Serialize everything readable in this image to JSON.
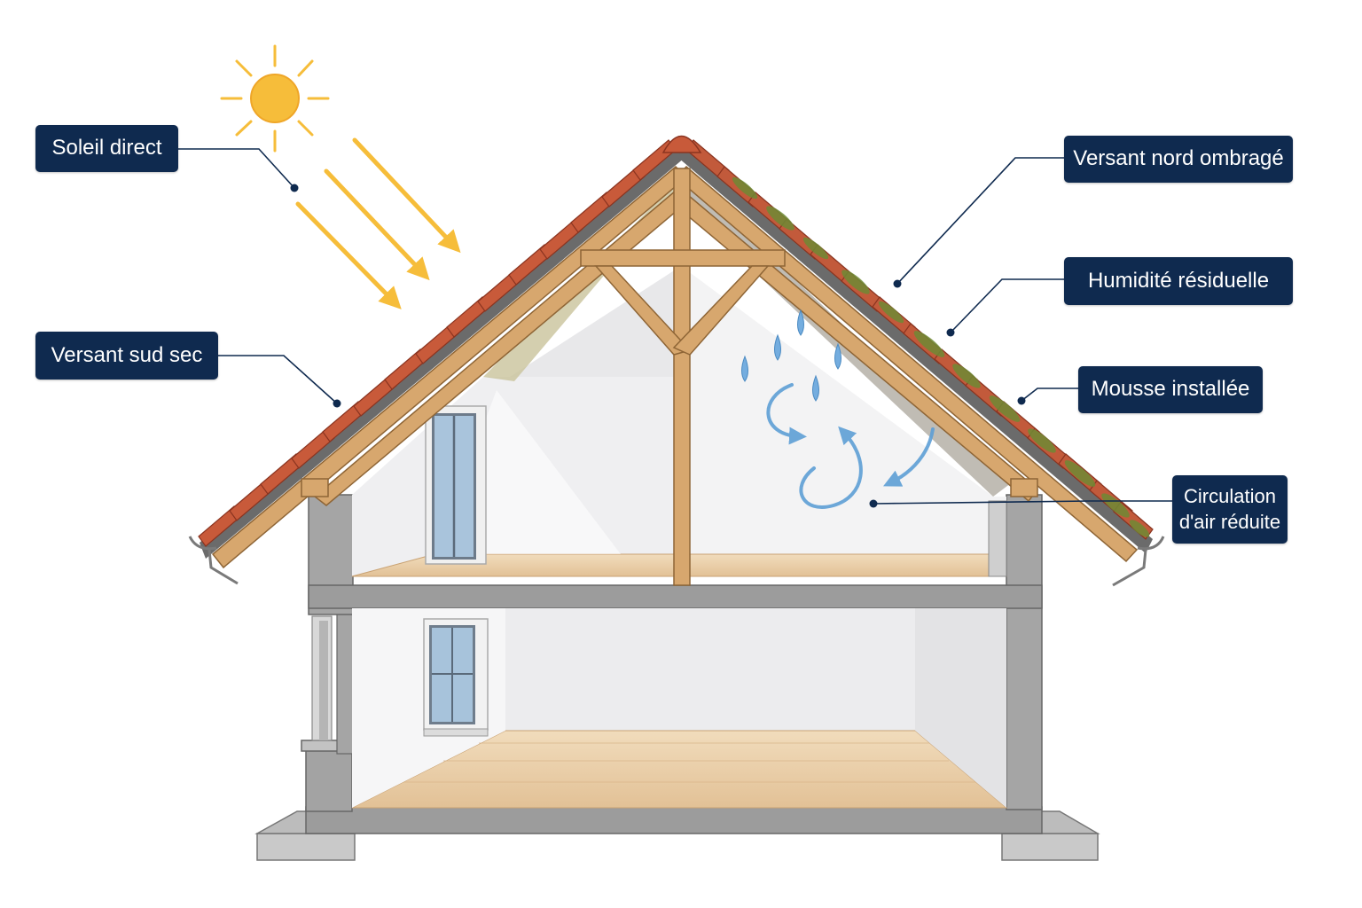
{
  "callouts": {
    "sun": {
      "label": "Soleil direct"
    },
    "south_slope": {
      "label": "Versant sud sec"
    },
    "north_slope": {
      "label": "Versant nord ombragé"
    },
    "humidity": {
      "label": "Humidité résiduelle"
    },
    "moss": {
      "label": "Mousse installée"
    },
    "airflow": {
      "line1": "Circulation",
      "line2": "d'air réduite"
    }
  },
  "colors": {
    "callout_bg": "#0f2a4f",
    "callout_text": "#ffffff",
    "sun": "#f6bd3a",
    "tile": "#c85a3a",
    "moss": "#6f8a35",
    "wood": "#d4a36a",
    "concrete": "#a2a2a2",
    "water": "#5e9fd6"
  }
}
